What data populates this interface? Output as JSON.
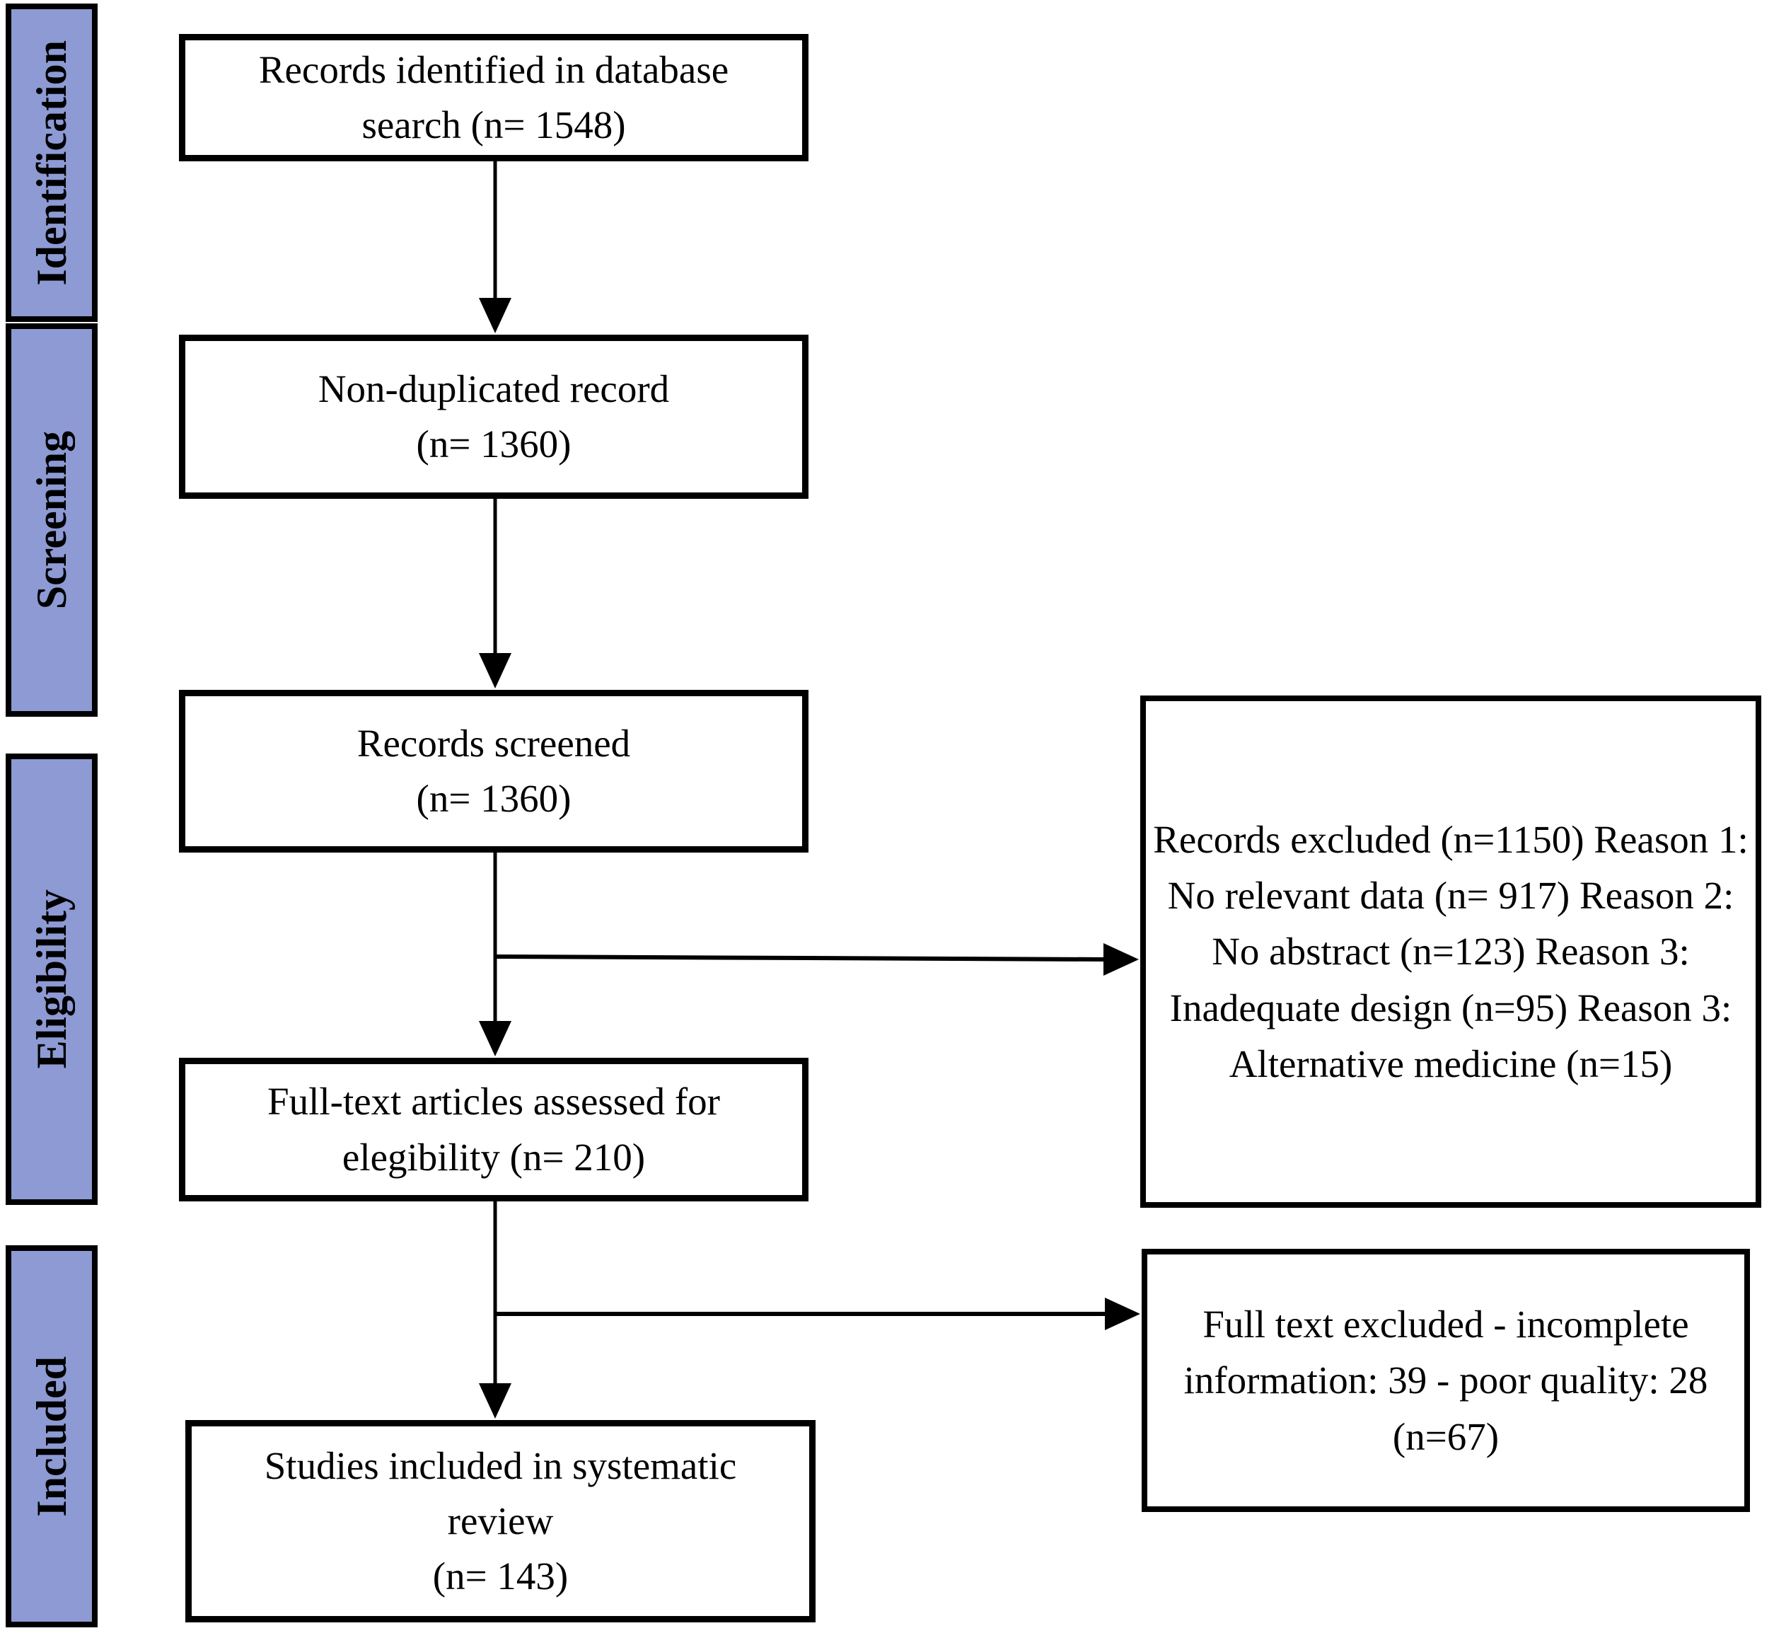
{
  "colors": {
    "background": "#ffffff",
    "sidebar_fill": "#8d9ad3",
    "border": "#000000",
    "text": "#000000"
  },
  "sidebar": {
    "items": [
      {
        "label": "Identification"
      },
      {
        "label": "Screening"
      },
      {
        "label": "Eligibility"
      },
      {
        "label": "Included"
      }
    ]
  },
  "flow": {
    "identified": "Records identified in database\nsearch (n= 1548)",
    "deduplicated": "Non-duplicated record\n(n= 1360)",
    "screened": "Records screened\n(n= 1360)",
    "fulltext": "Full-text articles assessed for\nelegibility (n= 210)",
    "included": "Studies included in systematic\nreview\n(n= 143)"
  },
  "exclusions": {
    "records_excluded": "Records excluded\n(n=1150)\nReason 1: No relevant data\n(n= 917)\nReason 2: No abstract (n=123)\nReason 3: Inadequate design\n(n=95)\nReason 3: Alternative\nmedicine (n=15)",
    "fulltext_excluded": "Full text excluded\n- incomplete information: 39\n- poor quality: 28\n(n=67)"
  }
}
